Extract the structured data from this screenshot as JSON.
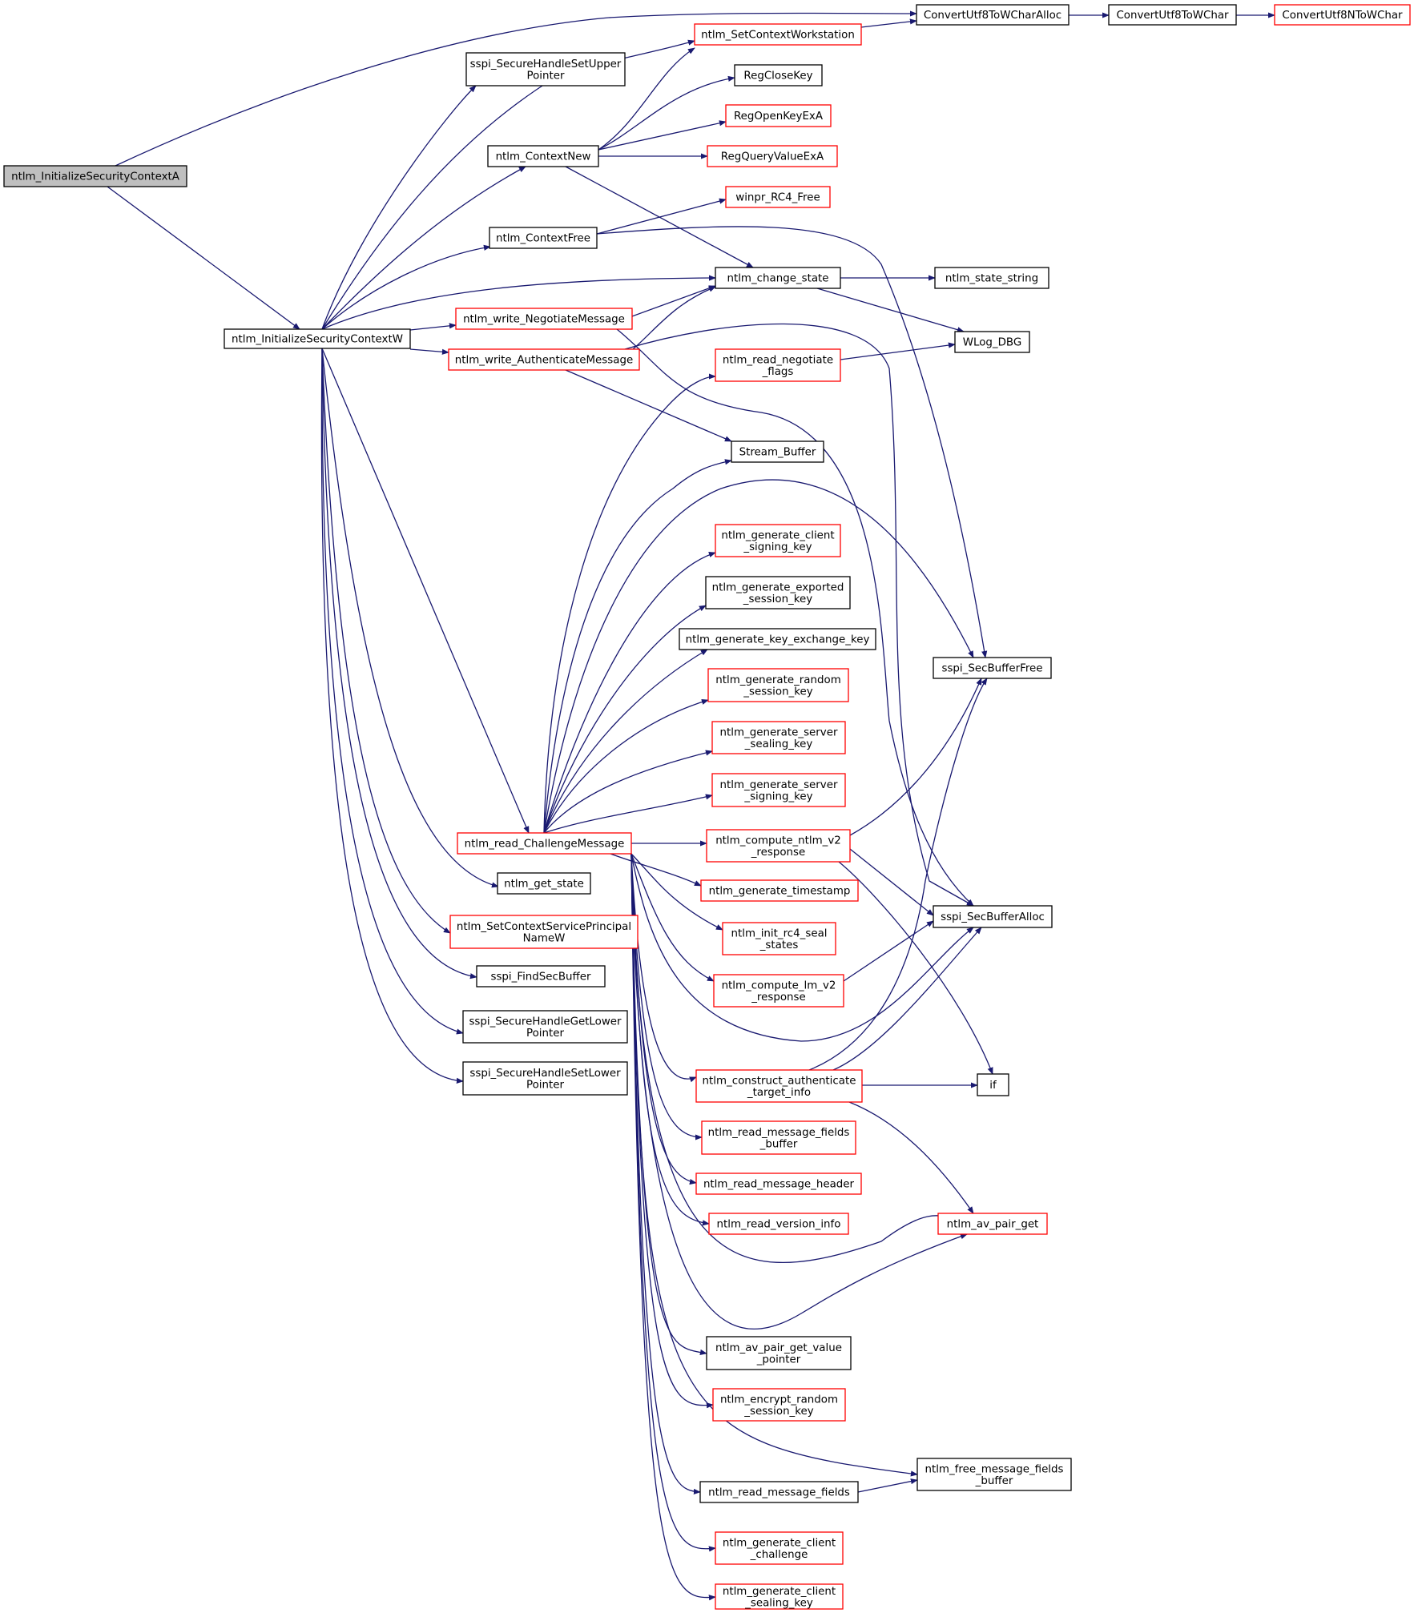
{
  "colors": {
    "edge": "#191970",
    "node_border_normal": "#000000",
    "node_border_truncated": "#ff0000",
    "node_fill": "#ffffff",
    "root_fill": "#bfbfbf"
  },
  "nodes": [
    {
      "id": "root",
      "lines": [
        "ntlm_InitializeSecurityContextA"
      ],
      "style": "root"
    },
    {
      "id": "initW",
      "lines": [
        "ntlm_InitializeSecurityContextW"
      ],
      "style": "normal"
    },
    {
      "id": "cu8wca",
      "lines": [
        "ConvertUtf8ToWCharAlloc"
      ],
      "style": "normal"
    },
    {
      "id": "cu8wc",
      "lines": [
        "ConvertUtf8ToWChar"
      ],
      "style": "normal"
    },
    {
      "id": "cu8nwc",
      "lines": [
        "ConvertUtf8NToWChar"
      ],
      "style": "truncated"
    },
    {
      "id": "setws",
      "lines": [
        "ntlm_SetContextWorkstation"
      ],
      "style": "truncated"
    },
    {
      "id": "setupper",
      "lines": [
        "sspi_SecureHandleSetUpper",
        "Pointer"
      ],
      "style": "normal"
    },
    {
      "id": "regclose",
      "lines": [
        "RegCloseKey"
      ],
      "style": "normal"
    },
    {
      "id": "regopen",
      "lines": [
        "RegOpenKeyExA"
      ],
      "style": "truncated"
    },
    {
      "id": "ctxnew",
      "lines": [
        "ntlm_ContextNew"
      ],
      "style": "normal"
    },
    {
      "id": "regquery",
      "lines": [
        "RegQueryValueExA"
      ],
      "style": "truncated"
    },
    {
      "id": "rc4free",
      "lines": [
        "winpr_RC4_Free"
      ],
      "style": "truncated"
    },
    {
      "id": "ctxfree",
      "lines": [
        "ntlm_ContextFree"
      ],
      "style": "normal"
    },
    {
      "id": "chstate",
      "lines": [
        "ntlm_change_state"
      ],
      "style": "normal"
    },
    {
      "id": "ststring",
      "lines": [
        "ntlm_state_string"
      ],
      "style": "normal"
    },
    {
      "id": "wneg",
      "lines": [
        "ntlm_write_NegotiateMessage"
      ],
      "style": "truncated"
    },
    {
      "id": "wlog",
      "lines": [
        "WLog_DBG"
      ],
      "style": "normal"
    },
    {
      "id": "wauth",
      "lines": [
        "ntlm_write_AuthenticateMessage"
      ],
      "style": "truncated"
    },
    {
      "id": "rnegflags",
      "lines": [
        "ntlm_read_negotiate",
        "_flags"
      ],
      "style": "truncated"
    },
    {
      "id": "streambuf",
      "lines": [
        "Stream_Buffer"
      ],
      "style": "normal"
    },
    {
      "id": "gcsign",
      "lines": [
        "ntlm_generate_client",
        "_signing_key"
      ],
      "style": "truncated"
    },
    {
      "id": "gexp",
      "lines": [
        "ntlm_generate_exported",
        "_session_key"
      ],
      "style": "normal"
    },
    {
      "id": "gkex",
      "lines": [
        "ntlm_generate_key_exchange_key"
      ],
      "style": "normal"
    },
    {
      "id": "grand",
      "lines": [
        "ntlm_generate_random",
        "_session_key"
      ],
      "style": "truncated"
    },
    {
      "id": "sbfree",
      "lines": [
        "sspi_SecBufferFree"
      ],
      "style": "normal"
    },
    {
      "id": "gsseal",
      "lines": [
        "ntlm_generate_server",
        "_sealing_key"
      ],
      "style": "truncated"
    },
    {
      "id": "gssign",
      "lines": [
        "ntlm_generate_server",
        "_signing_key"
      ],
      "style": "truncated"
    },
    {
      "id": "rchal",
      "lines": [
        "ntlm_read_ChallengeMessage"
      ],
      "style": "truncated"
    },
    {
      "id": "compv2",
      "lines": [
        "ntlm_compute_ntlm_v2",
        "_response"
      ],
      "style": "truncated"
    },
    {
      "id": "getstate",
      "lines": [
        "ntlm_get_state"
      ],
      "style": "normal"
    },
    {
      "id": "gts",
      "lines": [
        "ntlm_generate_timestamp"
      ],
      "style": "truncated"
    },
    {
      "id": "sballoc",
      "lines": [
        "sspi_SecBufferAlloc"
      ],
      "style": "normal"
    },
    {
      "id": "setspn",
      "lines": [
        "ntlm_SetContextServicePrincipal",
        "NameW"
      ],
      "style": "truncated"
    },
    {
      "id": "initrc4",
      "lines": [
        "ntlm_init_rc4_seal",
        "_states"
      ],
      "style": "truncated"
    },
    {
      "id": "findsb",
      "lines": [
        "sspi_FindSecBuffer"
      ],
      "style": "normal"
    },
    {
      "id": "complm",
      "lines": [
        "ntlm_compute_lm_v2",
        "_response"
      ],
      "style": "truncated"
    },
    {
      "id": "getlower",
      "lines": [
        "sspi_SecureHandleGetLower",
        "Pointer"
      ],
      "style": "normal"
    },
    {
      "id": "setlower",
      "lines": [
        "sspi_SecureHandleSetLower",
        "Pointer"
      ],
      "style": "normal"
    },
    {
      "id": "construct",
      "lines": [
        "ntlm_construct_authenticate",
        "_target_info"
      ],
      "style": "truncated"
    },
    {
      "id": "if",
      "lines": [
        "if"
      ],
      "style": "normal"
    },
    {
      "id": "rmfb",
      "lines": [
        "ntlm_read_message_fields",
        "_buffer"
      ],
      "style": "truncated"
    },
    {
      "id": "rmh",
      "lines": [
        "ntlm_read_message_header"
      ],
      "style": "truncated"
    },
    {
      "id": "avget",
      "lines": [
        "ntlm_av_pair_get"
      ],
      "style": "truncated"
    },
    {
      "id": "rvi",
      "lines": [
        "ntlm_read_version_info"
      ],
      "style": "truncated"
    },
    {
      "id": "avgvp",
      "lines": [
        "ntlm_av_pair_get_value",
        "_pointer"
      ],
      "style": "normal"
    },
    {
      "id": "encrand",
      "lines": [
        "ntlm_encrypt_random",
        "_session_key"
      ],
      "style": "truncated"
    },
    {
      "id": "freemfb",
      "lines": [
        "ntlm_free_message_fields",
        "_buffer"
      ],
      "style": "normal"
    },
    {
      "id": "rmf",
      "lines": [
        "ntlm_read_message_fields"
      ],
      "style": "normal"
    },
    {
      "id": "gcchal",
      "lines": [
        "ntlm_generate_client",
        "_challenge"
      ],
      "style": "truncated"
    },
    {
      "id": "gcseal",
      "lines": [
        "ntlm_generate_client",
        "_sealing_key"
      ],
      "style": "truncated"
    }
  ]
}
